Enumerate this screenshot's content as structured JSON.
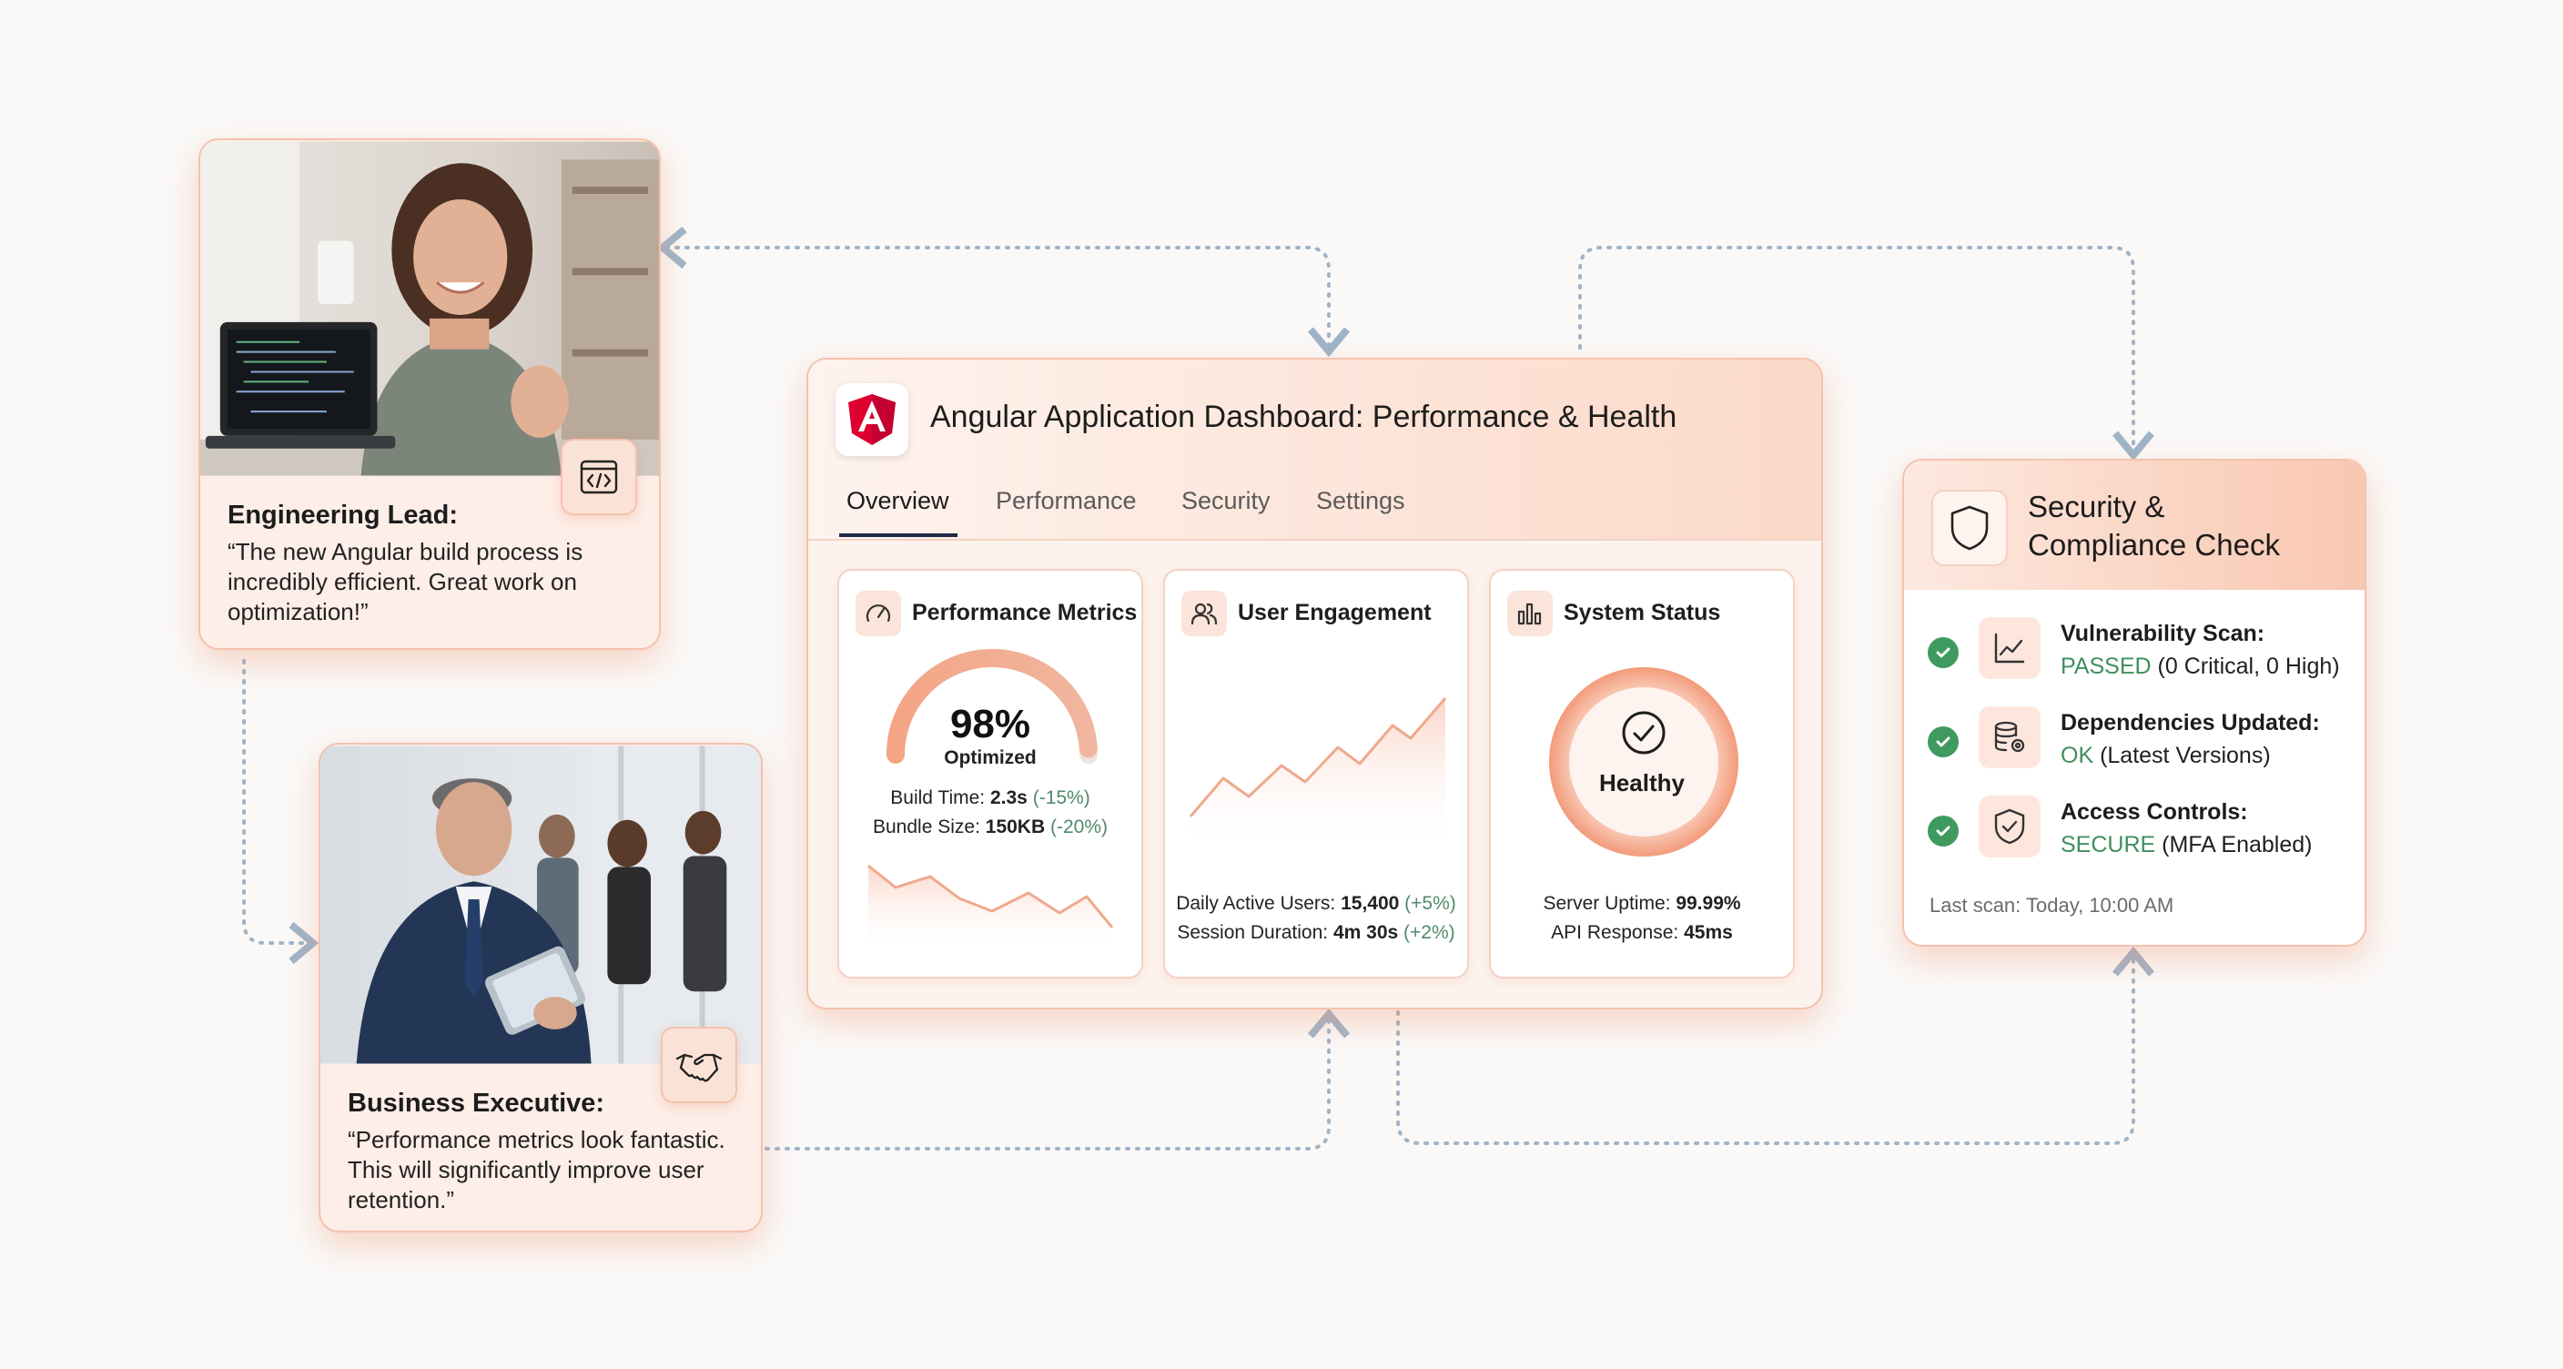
{
  "engineering_lead": {
    "role": "Engineering Lead:",
    "quote_lines": [
      "“The new Angular build process is",
      "incredibly efficient. Great work on",
      "optimization!”"
    ],
    "badge_icon": "code-window-icon"
  },
  "business_executive": {
    "role": "Business Executive:",
    "quote_lines": [
      "“Performance metrics look fantastic.",
      "This will significantly improve user",
      "retention.”"
    ],
    "badge_icon": "handshake-icon"
  },
  "dashboard": {
    "logo_icon": "angular-logo-icon",
    "title": "Angular Application Dashboard: Performance & Health",
    "tabs": [
      "Overview",
      "Performance",
      "Security",
      "Settings"
    ],
    "active_tab": "Overview",
    "performance": {
      "title": "Performance Metrics",
      "icon": "speedometer-icon",
      "gauge_value": "98%",
      "gauge_label": "Optimized",
      "gauge_fraction": 0.98,
      "build_time_label": "Build Time:",
      "build_time_value": "2.3s",
      "build_time_delta": "(-15%)",
      "bundle_size_label": "Bundle Size:",
      "bundle_size_value": "150KB",
      "bundle_size_delta": "(-20%)"
    },
    "engagement": {
      "title": "User Engagement",
      "icon": "users-icon",
      "dau_label": "Daily Active Users:",
      "dau_value": "15,400",
      "dau_delta": "(+5%)",
      "session_label": "Session Duration:",
      "session_value": "4m 30s",
      "session_delta": "(+2%)"
    },
    "system": {
      "title": "System Status",
      "icon": "bar-chart-icon",
      "status": "Healthy",
      "uptime_label": "Server Uptime:",
      "uptime_value": "99.99%",
      "api_label": "API Response:",
      "api_value": "45ms"
    }
  },
  "security": {
    "title_lines": [
      "Security &",
      "Compliance Check"
    ],
    "header_icon": "shield-icon",
    "items": [
      {
        "label": "Vulnerability Scan:",
        "status": "PASSED",
        "detail": "(0 Critical, 0 High)",
        "icon": "line-chart-icon"
      },
      {
        "label": "Dependencies Updated:",
        "status": "OK",
        "detail": "(Latest Versions)",
        "icon": "database-settings-icon"
      },
      {
        "label": "Access Controls:",
        "status": "SECURE",
        "detail": "(MFA Enabled)",
        "icon": "shield-check-icon"
      }
    ],
    "last_scan": "Last scan: Today, 10:00 AM"
  },
  "colors": {
    "accent": "#f2a285",
    "card_bg": "#fdeee7",
    "status_green": "#3f9a5f",
    "connector": "#9fb4c8",
    "angular_red": "#dd0031"
  }
}
